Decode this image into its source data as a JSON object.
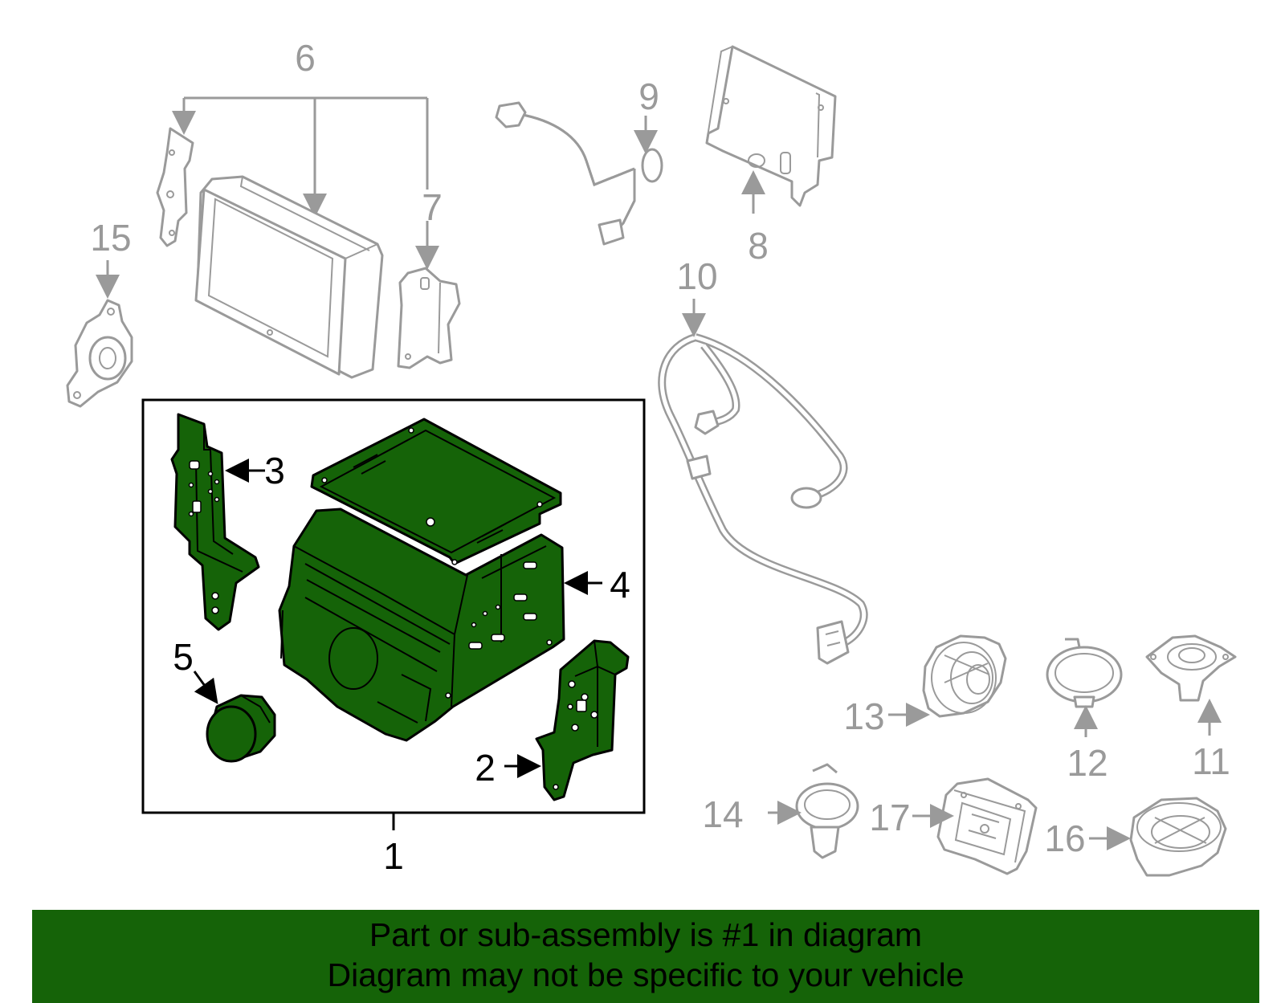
{
  "callouts": {
    "c1": "1",
    "c2": "2",
    "c3": "3",
    "c4": "4",
    "c5": "5",
    "c6": "6",
    "c7": "7",
    "c8": "8",
    "c9": "9",
    "c10": "10",
    "c11": "11",
    "c12": "12",
    "c13": "13",
    "c14": "14",
    "c15": "15",
    "c16": "16",
    "c17": "17"
  },
  "footer": {
    "line1": "Part or sub-assembly is #1 in diagram",
    "line2": "Diagram may not be specific to your vehicle"
  },
  "colors": {
    "highlight_green": "#156308",
    "secondary_gray": "#9a9a9a",
    "outline_black": "#000000"
  }
}
